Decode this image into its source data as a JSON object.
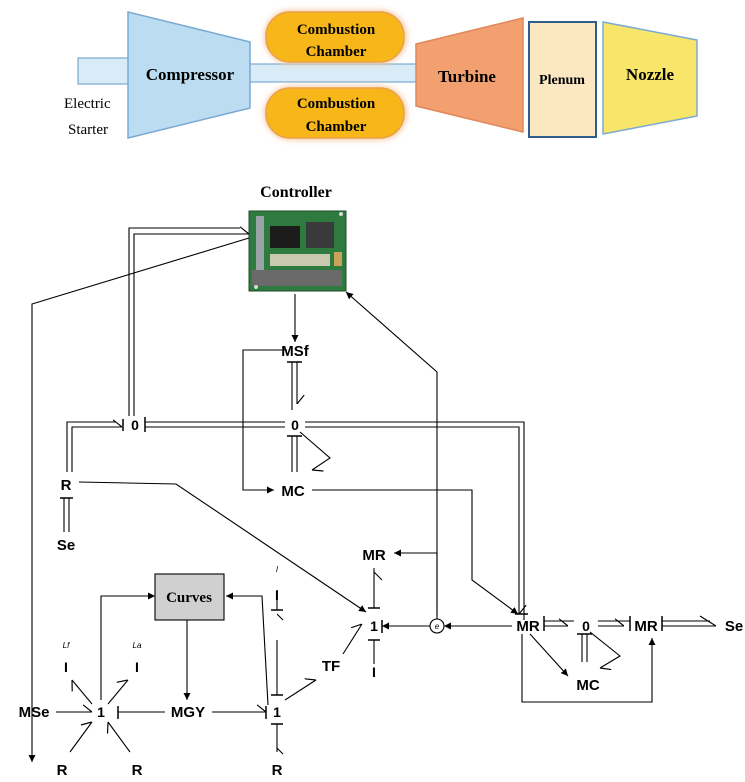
{
  "engine": {
    "electric_starter_line1": "Electric",
    "electric_starter_line2": "Starter",
    "compressor": "Compressor",
    "combustion_line1": "Combustion",
    "combustion_line2": "Chamber",
    "turbine": "Turbine",
    "plenum": "Plenum",
    "nozzle": "Nozzle"
  },
  "bond_graph": {
    "controller": "Controller",
    "curves": "Curves",
    "modulated_flow_source": "MSf",
    "zero_junction": "0",
    "one_junction": "1",
    "resistor": "R",
    "effort_source": "Se",
    "modulated_capacitor": "MC",
    "modulated_resistor": "MR",
    "modulated_effort_source": "MSe",
    "modulated_gyrator": "MGY",
    "transformer": "TF",
    "inertia": "I",
    "inertia_label_lf": "Lf",
    "inertia_label_la": "La",
    "inertia_label_i": "I",
    "effort_sensor": "e"
  },
  "colors": {
    "compressor_fill": "#bcdcf2",
    "compressor_stroke": "#7aaad2",
    "combustion_fill": "#f7b718",
    "combustion_glow": "#f6c9a2",
    "turbine_fill": "#f3a070",
    "plenum_fill": "#fbe8c2",
    "plenum_stroke": "#2f5e8a",
    "nozzle_fill": "#f8e66a",
    "curves_fill": "#d0d0d0",
    "pcb_green": "#2f7a3f"
  }
}
